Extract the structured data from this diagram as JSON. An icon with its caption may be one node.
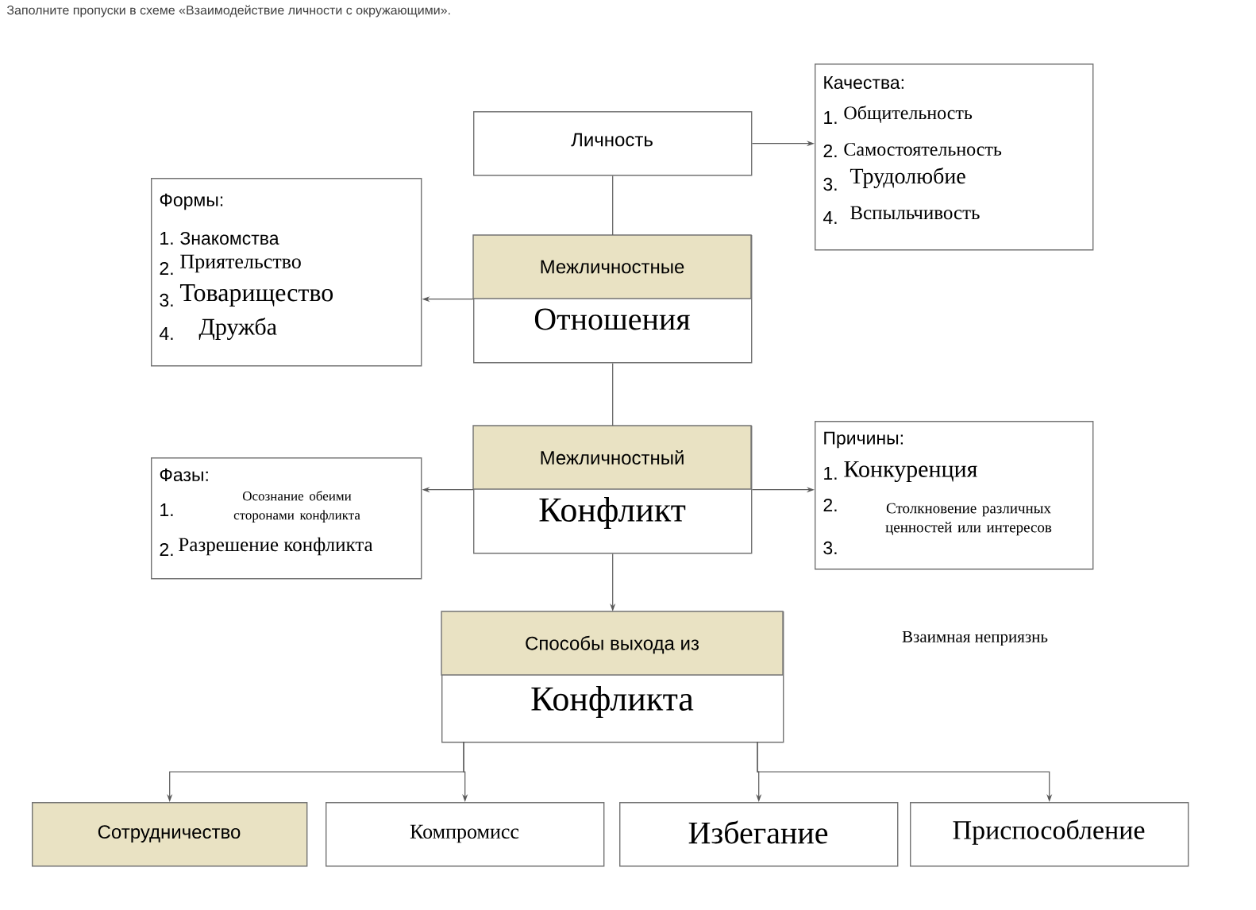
{
  "diagram": {
    "title": "Заполните пропуски в схеме «Взаимодействие личности с окружающими».",
    "nodes": [
      {
        "text": [
          "Личность"
        ]
      },
      {
        "text": [
          "Качества:",
          "1.",
          "Общительность",
          "2.",
          "Самостоятельность",
          "3.",
          "Трудолюбие",
          "4.",
          "Вспыльчивость"
        ]
      },
      {
        "text": [
          "Межличностные",
          "Отношения"
        ]
      },
      {
        "text": [
          "Формы:",
          "1.",
          "Знакомства",
          "2.",
          "Приятельство",
          "3.",
          "Товарищество",
          "4.",
          "Дружба"
        ]
      },
      {
        "text": [
          "Межличностный",
          "Конфликт"
        ]
      },
      {
        "text": [
          "Фазы:",
          "1.",
          "Осознание обеими сторонами конфликта",
          "2.",
          "Разрешение конфликта"
        ]
      },
      {
        "text": [
          "Причины:",
          "1.",
          "Конкуренция",
          "2.",
          "Столкновение различных ценностей или интересов",
          "3."
        ],
        "beside": [
          "Взаимная неприязнь"
        ]
      },
      {
        "text": [
          "Способы выхода из",
          "Конфликта"
        ]
      },
      {
        "text": [
          "Сотрудничество"
        ]
      },
      {
        "text": [
          "Компромисс"
        ]
      },
      {
        "text": [
          "Избегание"
        ]
      },
      {
        "text": [
          "Приспособление"
        ]
      }
    ],
    "edges": [
      {
        "from": 0,
        "to": 1,
        "arrow": "to"
      },
      {
        "from": 0,
        "to": 2,
        "arrow": "none"
      },
      {
        "from": 2,
        "to": 3,
        "arrow": "to"
      },
      {
        "from": 2,
        "to": 4,
        "arrow": "none"
      },
      {
        "from": 4,
        "to": 5,
        "arrow": "to"
      },
      {
        "from": 4,
        "to": 6,
        "arrow": "to"
      },
      {
        "from": 4,
        "to": 7,
        "arrow": "to"
      },
      {
        "from": 7,
        "to": 8,
        "arrow": "to"
      },
      {
        "from": 7,
        "to": 9,
        "arrow": "to"
      },
      {
        "from": 7,
        "to": 10,
        "arrow": "to"
      },
      {
        "from": 7,
        "to": 11,
        "arrow": "to"
      }
    ]
  }
}
